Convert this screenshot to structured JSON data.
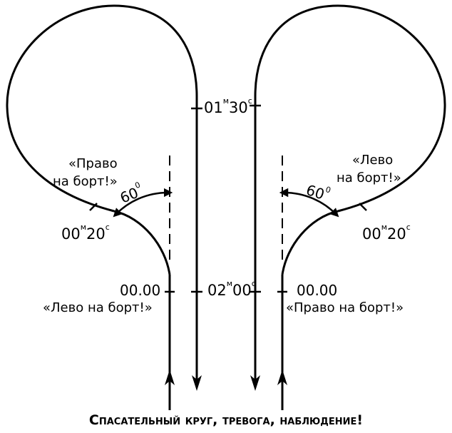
{
  "diagram": {
    "caption": "Спасательный круг, тревога, наблюдение!",
    "labels": {
      "left_turn_command": "«Право",
      "left_turn_command_2": "на борт!»",
      "right_turn_command": "«Лево",
      "right_turn_command_2": "на борт!»",
      "left_start_command": "«Лево на борт!»",
      "right_start_command": "«Право на борт!»",
      "angle_value": "60",
      "angle_unit": "0",
      "time_start": "00.00",
      "time_20_main": "00",
      "time_20_min_unit": "м",
      "time_20_sec": "20",
      "time_20_sec_unit": "с",
      "time_130_main": "01",
      "time_130_min_unit": "м",
      "time_130_sec": "30",
      "time_130_sec_unit": "с",
      "time_200_main": "02",
      "time_200_min_unit": "м",
      "time_200_sec": "00",
      "time_200_sec_unit": "с"
    }
  }
}
